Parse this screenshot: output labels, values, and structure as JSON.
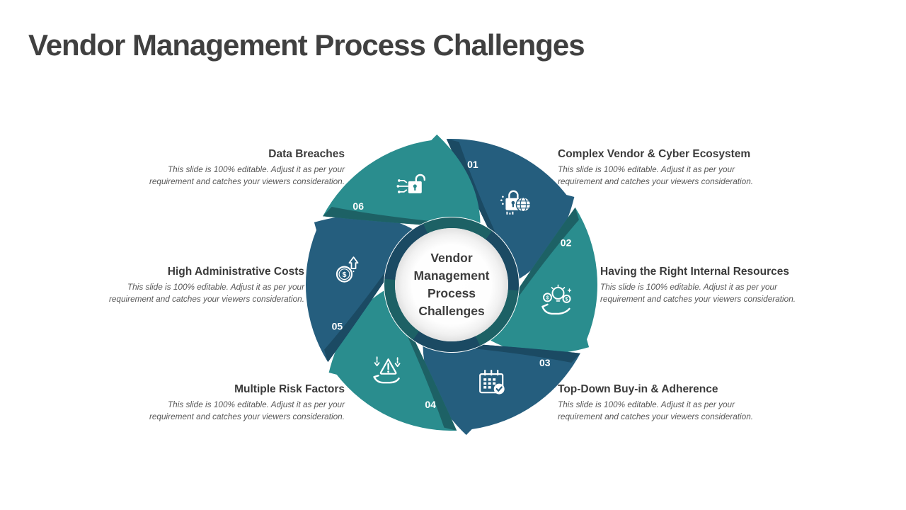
{
  "slide": {
    "title": "Vendor Management Process Challenges"
  },
  "center": {
    "line1": "Vendor",
    "line2": "Management",
    "line3": "Process",
    "line4": "Challenges"
  },
  "colors": {
    "teal": "#2a8d8e",
    "teal_dark": "#1d6165",
    "blue": "#255e7e",
    "blue_dark": "#1b4a63",
    "title_text": "#404040",
    "heading_text": "#3b3b3b",
    "body_text": "#585858"
  },
  "items": [
    {
      "number": "01",
      "title": "Complex Vendor & Cyber Ecosystem",
      "description": "This slide is 100% editable. Adjust it as per your requirement and catches your viewers consideration.",
      "icon": "lock-globe-icon",
      "color": "#255e7e"
    },
    {
      "number": "02",
      "title": "Having the Right Internal Resources",
      "description": "This slide is 100% editable. Adjust it as per your requirement and catches your viewers consideration.",
      "icon": "hand-idea-icon",
      "color": "#2a8d8e"
    },
    {
      "number": "03",
      "title": "Top-Down Buy-in & Adherence",
      "description": "This slide is 100% editable. Adjust it as per your requirement and catches your viewers consideration.",
      "icon": "calendar-check-icon",
      "color": "#255e7e"
    },
    {
      "number": "04",
      "title": "Multiple Risk Factors",
      "description": "This slide is 100% editable. Adjust it as per your requirement and catches your viewers consideration.",
      "icon": "risk-warning-icon",
      "color": "#2a8d8e"
    },
    {
      "number": "05",
      "title": "High Administrative Costs",
      "description": "This slide is 100% editable. Adjust it as per your requirement and catches your viewers consideration.",
      "icon": "rising-cost-icon",
      "color": "#255e7e"
    },
    {
      "number": "06",
      "title": "Data Breaches",
      "description": "This slide is 100% editable. Adjust it as per your requirement and catches your viewers consideration.",
      "icon": "data-breach-icon",
      "color": "#2a8d8e"
    }
  ]
}
